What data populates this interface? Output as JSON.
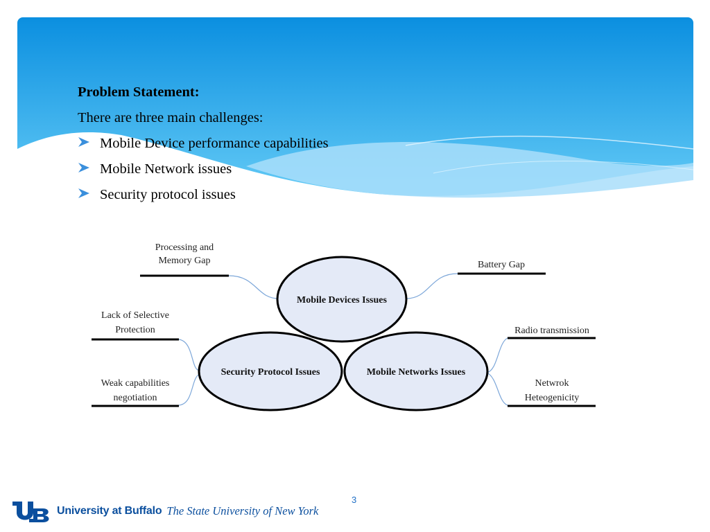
{
  "slide": {
    "title": "Problem Statement:",
    "intro": "There are three main challenges:",
    "bullets": [
      "Mobile Device performance capabilities",
      "Mobile Network issues",
      "Security protocol issues"
    ],
    "page_number": "3"
  },
  "diagram": {
    "nodes": {
      "devices": "Mobile Devices Issues",
      "security": "Security Protocol Issues",
      "networks": "Mobile Networks Issues"
    },
    "labels": {
      "processing_line1": "Processing and",
      "processing_line2": "Memory Gap",
      "battery": "Battery Gap",
      "selective_line1": "Lack of Selective",
      "selective_line2": "Protection",
      "weak_line1": "Weak capabilities",
      "weak_line2": "negotiation",
      "radio": "Radio transmission",
      "network_line1": "Netwrok",
      "network_line2": "Heteogenicity"
    }
  },
  "footer": {
    "university": "University at Buffalo",
    "subtitle": "The State University of New York"
  },
  "colors": {
    "header_top": "#0b8fe0",
    "header_bottom": "#5cc6f5",
    "node_fill": "#e4eaf7",
    "connector": "#7da7d9",
    "brand": "#0b4f9e",
    "bullet_arrow": "#3a8fdc"
  }
}
